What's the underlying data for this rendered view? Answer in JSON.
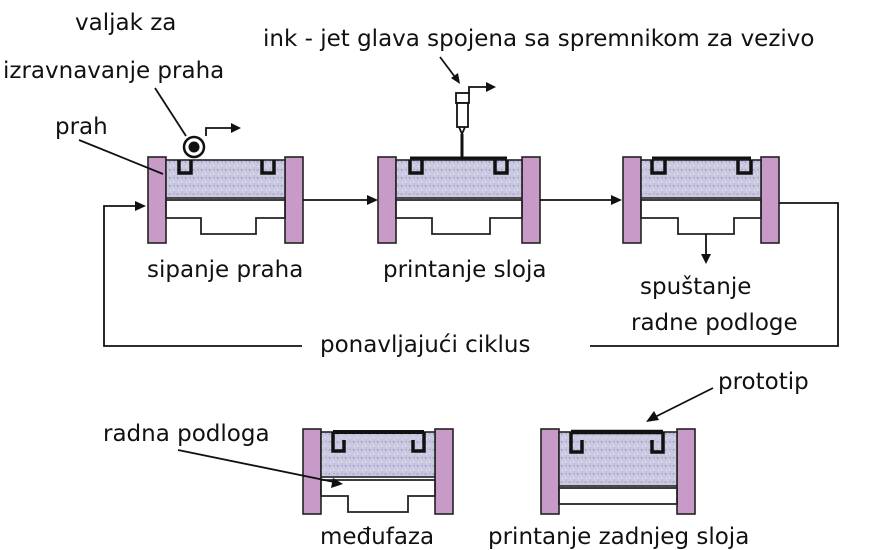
{
  "labels": {
    "roller": "valjak za\nizravnavanje praha",
    "powder": "prah",
    "inkjet": "ink - jet glava spojena sa spremnikom za vezivo",
    "step1": "sipanje praha",
    "step2": "printanje sloja",
    "step3": "spuštanje\nradne podloge",
    "cycle": "ponavljajući ciklus",
    "platform": "radna podloga",
    "prototype": "prototip",
    "step4": "međufaza",
    "step5": "printanje zadnjeg sloja"
  },
  "colors": {
    "wall": "#c79ac7",
    "powder": "#c9c8e0",
    "line": "#111111"
  }
}
